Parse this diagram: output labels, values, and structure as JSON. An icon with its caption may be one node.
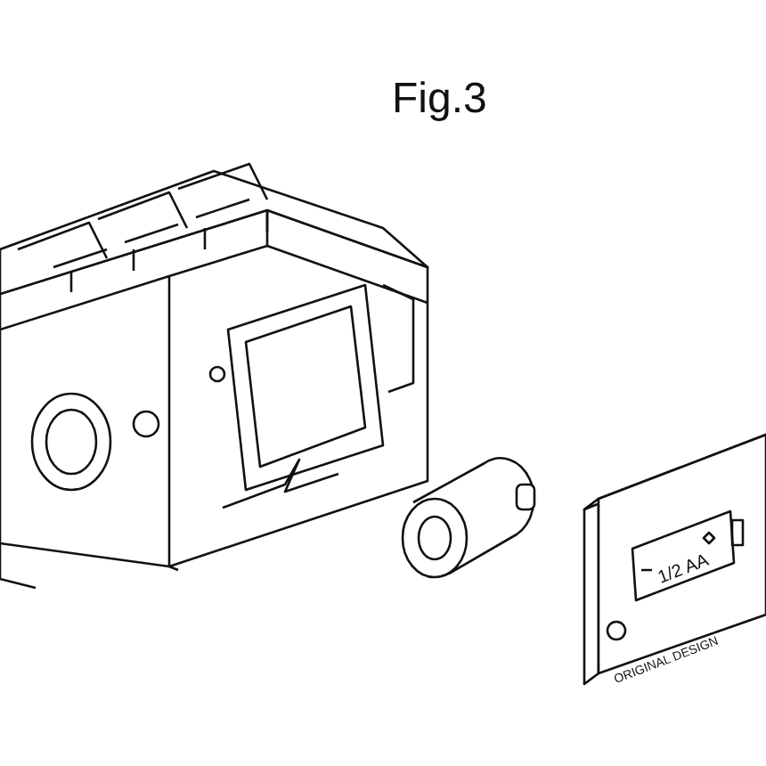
{
  "diagram": {
    "title": "Fig.3",
    "labels": [
      "1/2 AA",
      "ORIGINAL DESIGN"
    ]
  }
}
